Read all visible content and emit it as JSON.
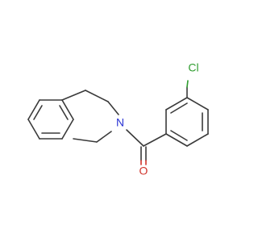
{
  "molecule": {
    "atoms": {
      "chlorine": {
        "label": "Cl",
        "color": "#2f9d2f"
      },
      "nitrogen": {
        "label": "N",
        "color": "#2b34d4"
      },
      "oxygen": {
        "label": "O",
        "color": "#d0342c"
      }
    },
    "bond_color": "#3a3a3a"
  }
}
